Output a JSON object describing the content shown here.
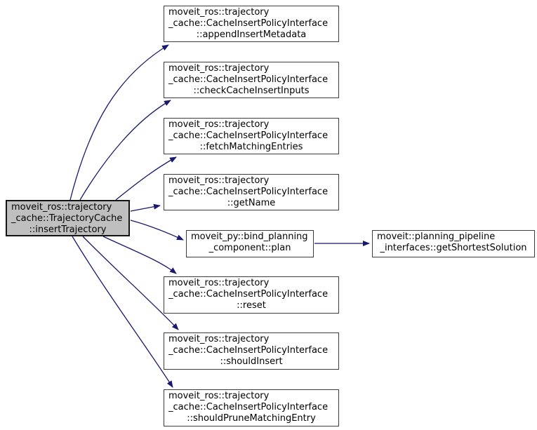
{
  "diagram": {
    "kind": "doxygen-call-graph",
    "edge_color": "#191970",
    "node_fill": "#ffffff",
    "node_border": "#3d3d3d",
    "highlight_fill": "#bfbfbf"
  },
  "nodes": {
    "insert_trajectory": {
      "lines": [
        "moveit_ros::trajectory",
        "_cache::TrajectoryCache",
        "::insertTrajectory"
      ],
      "full_name": "moveit_ros::trajectory_cache::TrajectoryCache::insertTrajectory",
      "highlighted": true
    },
    "append_insert_metadata": {
      "lines": [
        "moveit_ros::trajectory",
        "_cache::CacheInsertPolicyInterface",
        "::appendInsertMetadata"
      ],
      "full_name": "moveit_ros::trajectory_cache::CacheInsertPolicyInterface::appendInsertMetadata",
      "highlighted": false
    },
    "check_cache_insert_inputs": {
      "lines": [
        "moveit_ros::trajectory",
        "_cache::CacheInsertPolicyInterface",
        "::checkCacheInsertInputs"
      ],
      "full_name": "moveit_ros::trajectory_cache::CacheInsertPolicyInterface::checkCacheInsertInputs",
      "highlighted": false
    },
    "fetch_matching_entries": {
      "lines": [
        "moveit_ros::trajectory",
        "_cache::CacheInsertPolicyInterface",
        "::fetchMatchingEntries"
      ],
      "full_name": "moveit_ros::trajectory_cache::CacheInsertPolicyInterface::fetchMatchingEntries",
      "highlighted": false
    },
    "get_name": {
      "lines": [
        "moveit_ros::trajectory",
        "_cache::CacheInsertPolicyInterface",
        "::getName"
      ],
      "full_name": "moveit_ros::trajectory_cache::CacheInsertPolicyInterface::getName",
      "highlighted": false
    },
    "plan": {
      "lines": [
        "moveit_py::bind_planning",
        "_component::plan"
      ],
      "full_name": "moveit_py::bind_planning_component::plan",
      "highlighted": false
    },
    "get_shortest_solution": {
      "lines": [
        "moveit::planning_pipeline",
        "_interfaces::getShortestSolution"
      ],
      "full_name": "moveit::planning_pipeline_interfaces::getShortestSolution",
      "highlighted": false
    },
    "reset": {
      "lines": [
        "moveit_ros::trajectory",
        "_cache::CacheInsertPolicyInterface",
        "::reset"
      ],
      "full_name": "moveit_ros::trajectory_cache::CacheInsertPolicyInterface::reset",
      "highlighted": false
    },
    "should_insert": {
      "lines": [
        "moveit_ros::trajectory",
        "_cache::CacheInsertPolicyInterface",
        "::shouldInsert"
      ],
      "full_name": "moveit_ros::trajectory_cache::CacheInsertPolicyInterface::shouldInsert",
      "highlighted": false
    },
    "should_prune_matching_entry": {
      "lines": [
        "moveit_ros::trajectory",
        "_cache::CacheInsertPolicyInterface",
        "::shouldPruneMatchingEntry"
      ],
      "full_name": "moveit_ros::trajectory_cache::CacheInsertPolicyInterface::shouldPruneMatchingEntry",
      "highlighted": false
    }
  },
  "edges": [
    {
      "from": "insert_trajectory",
      "to": "append_insert_metadata"
    },
    {
      "from": "insert_trajectory",
      "to": "check_cache_insert_inputs"
    },
    {
      "from": "insert_trajectory",
      "to": "fetch_matching_entries"
    },
    {
      "from": "insert_trajectory",
      "to": "get_name"
    },
    {
      "from": "insert_trajectory",
      "to": "plan"
    },
    {
      "from": "insert_trajectory",
      "to": "reset"
    },
    {
      "from": "insert_trajectory",
      "to": "should_insert"
    },
    {
      "from": "insert_trajectory",
      "to": "should_prune_matching_entry"
    },
    {
      "from": "plan",
      "to": "get_shortest_solution"
    }
  ]
}
